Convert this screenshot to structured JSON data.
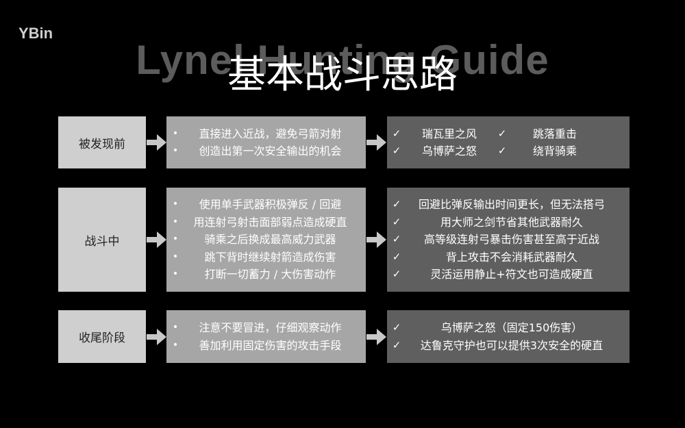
{
  "watermark": "YBin",
  "background_title": "Lynel Hunting Guide",
  "title": "基本战斗思路",
  "rows": [
    {
      "phase": "被发现前",
      "tactics": [
        "直接进入近战，避免弓箭对射",
        "创造出第一次安全输出的机会"
      ],
      "tips": [
        "瑞瓦里之风",
        "跳落重击",
        "乌博萨之怒",
        "绕背骑乘"
      ]
    },
    {
      "phase": "战斗中",
      "tactics": [
        "使用单手武器积极弹反 / 回避",
        "用连射弓射击面部弱点造成硬直",
        "骑乘之后换成最高威力武器",
        "跳下背时继续射箭造成伤害",
        "打断一切蓄力 / 大伤害动作"
      ],
      "tips": [
        "回避比弹反输出时间更长，但无法搭弓",
        "用大师之剑节省其他武器耐久",
        "高等级连射弓暴击伤害甚至高于近战",
        "背上攻击不会消耗武器耐久",
        "灵活运用静止+符文也可造成硬直"
      ]
    },
    {
      "phase": "收尾阶段",
      "tactics": [
        "注意不要冒进，仔细观察动作",
        "善加利用固定伤害的攻击手段"
      ],
      "tips": [
        "乌博萨之怒（固定150伤害）",
        "达鲁克守护也可以提供3次安全的硬直"
      ]
    }
  ],
  "symbols": {
    "bullet": "•",
    "check": "✓"
  },
  "colors": {
    "background": "#000000",
    "phase_box": "#cfcfcf",
    "tactic_box": "#a6a6a6",
    "tip_box": "#5f5f5f",
    "arrow": "#c8c8c8"
  }
}
